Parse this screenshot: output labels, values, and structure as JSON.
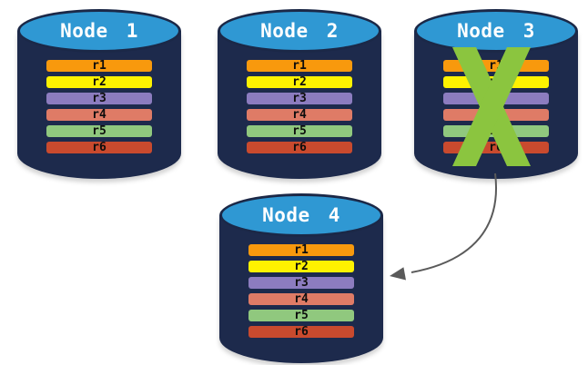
{
  "colors": {
    "canvas_bg": "#FFFFFF",
    "cylinder_top": "#2F98D3",
    "cylinder_body": "#1D2A4C",
    "ellipse_border": "#1B2847",
    "title_text": "#FFFFFF",
    "row_text": "#0D0D0D",
    "x_mark": "#8BC53F",
    "arrow": "#5A5A5A"
  },
  "nodes": [
    {
      "label": "Node 1",
      "crossed_out": false,
      "rows": [
        {
          "label": "r1",
          "color": "#F8990D"
        },
        {
          "label": "r2",
          "color": "#FEF200"
        },
        {
          "label": "r3",
          "color": "#8C7CBF"
        },
        {
          "label": "r4",
          "color": "#DF7B66"
        },
        {
          "label": "r5",
          "color": "#90C87E"
        },
        {
          "label": "r6",
          "color": "#C94A2E"
        }
      ]
    },
    {
      "label": "Node 2",
      "crossed_out": false,
      "rows": [
        {
          "label": "r1",
          "color": "#F8990D"
        },
        {
          "label": "r2",
          "color": "#FEF200"
        },
        {
          "label": "r3",
          "color": "#8C7CBF"
        },
        {
          "label": "r4",
          "color": "#DF7B66"
        },
        {
          "label": "r5",
          "color": "#90C87E"
        },
        {
          "label": "r6",
          "color": "#C94A2E"
        }
      ]
    },
    {
      "label": "Node 3",
      "crossed_out": true,
      "rows": [
        {
          "label": "r1",
          "color": "#F8990D"
        },
        {
          "label": "r2",
          "color": "#FEF200"
        },
        {
          "label": "r3",
          "color": "#8C7CBF"
        },
        {
          "label": "r4",
          "color": "#DF7B66"
        },
        {
          "label": "r5",
          "color": "#90C87E"
        },
        {
          "label": "r6",
          "color": "#C94A2E"
        }
      ]
    },
    {
      "label": "Node 4",
      "crossed_out": false,
      "rows": [
        {
          "label": "r1",
          "color": "#F8990D"
        },
        {
          "label": "r2",
          "color": "#FEF200"
        },
        {
          "label": "r3",
          "color": "#8C7CBF"
        },
        {
          "label": "r4",
          "color": "#DF7B66"
        },
        {
          "label": "r5",
          "color": "#90C87E"
        },
        {
          "label": "r6",
          "color": "#C94A2E"
        }
      ]
    }
  ],
  "arrow": {
    "from": "Node 3",
    "to": "Node 4"
  }
}
